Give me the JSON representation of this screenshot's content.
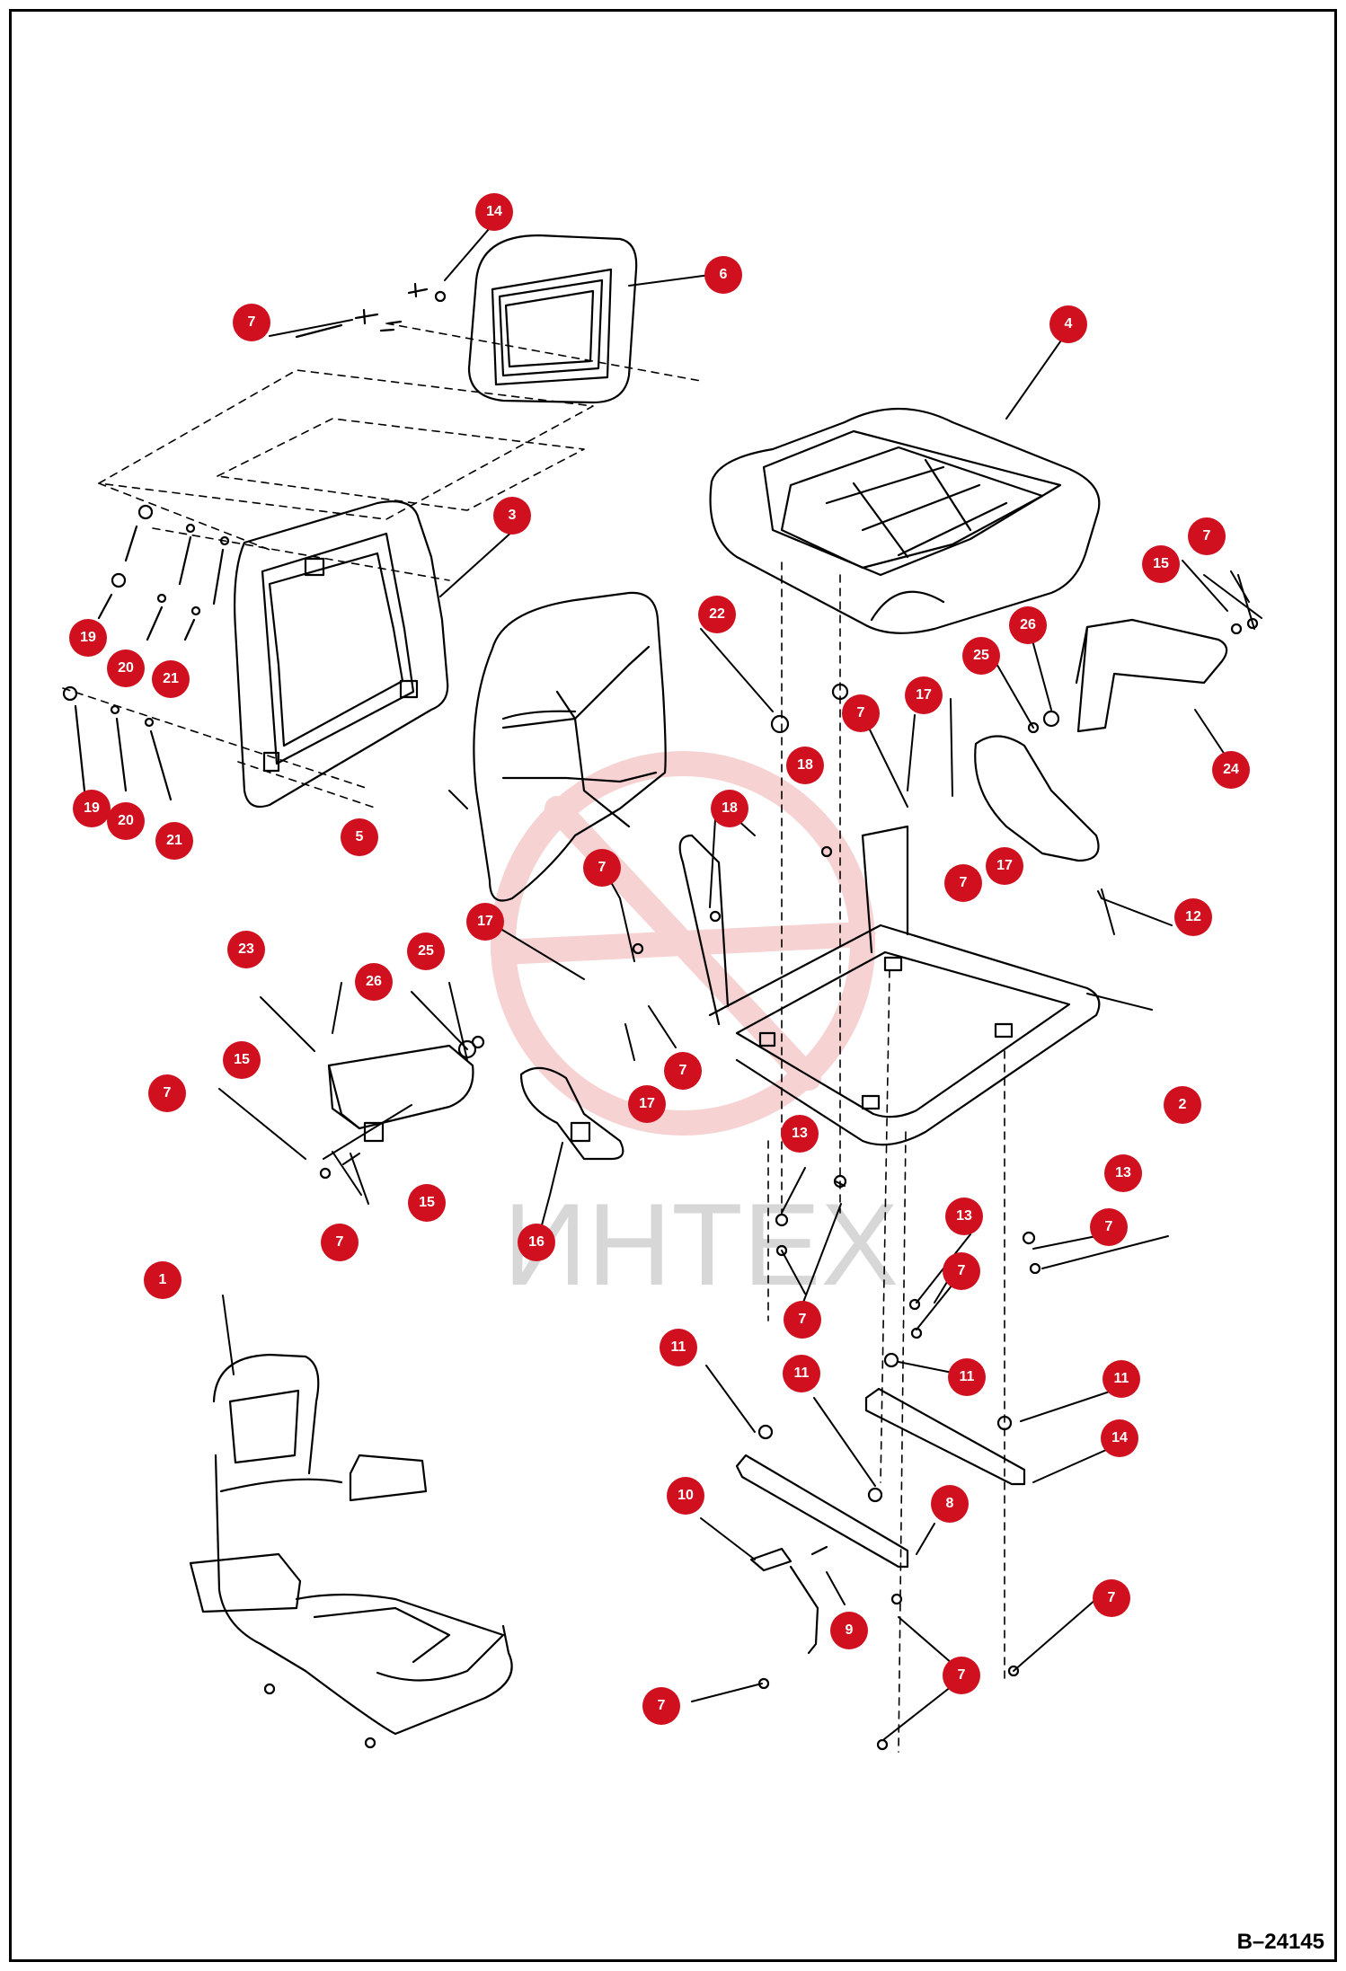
{
  "watermark_text": "ИНТЕХ",
  "drawing_ref": "B–24145",
  "markers": [
    "14",
    "6",
    "7",
    "4",
    "3",
    "7",
    "15",
    "22",
    "26",
    "25",
    "17",
    "19",
    "20",
    "21",
    "7",
    "18",
    "19",
    "20",
    "21",
    "5",
    "18",
    "7",
    "17",
    "24",
    "12",
    "7",
    "23",
    "17",
    "25",
    "26",
    "7",
    "15",
    "7",
    "2",
    "17",
    "13",
    "13",
    "13",
    "7",
    "15",
    "7",
    "16",
    "7",
    "7",
    "1",
    "11",
    "11",
    "11",
    "11",
    "14",
    "10",
    "8",
    "9",
    "7",
    "7",
    "7"
  ],
  "colors": {
    "marker": "#d0101e",
    "line": "#000000",
    "watermark": "#f3c4c4"
  }
}
